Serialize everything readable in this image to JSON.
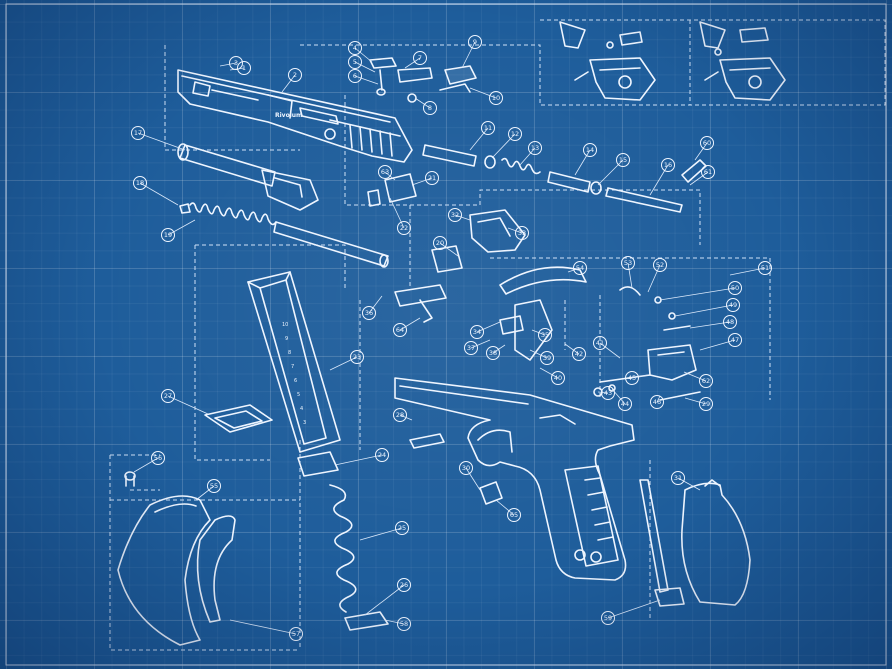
{
  "title": "",
  "colors": {
    "background": "#1e5d9b",
    "lines": "#eef5ff",
    "grid": "#ffffff"
  },
  "slide_marking": "Rivolum",
  "magazine_markings": [
    "10",
    "9",
    "8",
    "7",
    "6",
    "5",
    "4",
    "3"
  ],
  "callout_labels": {
    "c1": "1",
    "c2": "2",
    "c3": "3",
    "c4": "4",
    "c5": "5",
    "c6": "6",
    "c7": "7",
    "c8": "8",
    "c9": "9",
    "c10": "10",
    "c11": "11",
    "c12": "12",
    "c13": "13",
    "c14": "14",
    "c15": "15",
    "c16": "16",
    "c17": "17",
    "c18": "18",
    "c19": "19",
    "c20": "20",
    "c21": "21",
    "c22": "22",
    "c23": "23",
    "c24": "24",
    "c25": "25",
    "c26": "26",
    "c27": "27",
    "c28": "28",
    "c29": "29",
    "c30": "30",
    "c31": "31",
    "c32": "32",
    "c33": "33",
    "c34": "34",
    "c35": "35",
    "c36": "36",
    "c37": "37",
    "c38": "38",
    "c39": "39",
    "c40": "40",
    "c41": "41",
    "c42": "42",
    "c43": "43",
    "c44": "44",
    "c45": "45",
    "c46": "46",
    "c47": "47",
    "c48": "48",
    "c49": "49",
    "c50": "50",
    "c51": "51",
    "c52": "52",
    "c53": "53",
    "c54": "54",
    "c55": "55",
    "c56": "56",
    "c57": "57",
    "c58": "58",
    "c59": "59",
    "c60": "60",
    "c61": "61",
    "c62": "62",
    "c63": "63",
    "c64": "64",
    "c65": "65"
  }
}
